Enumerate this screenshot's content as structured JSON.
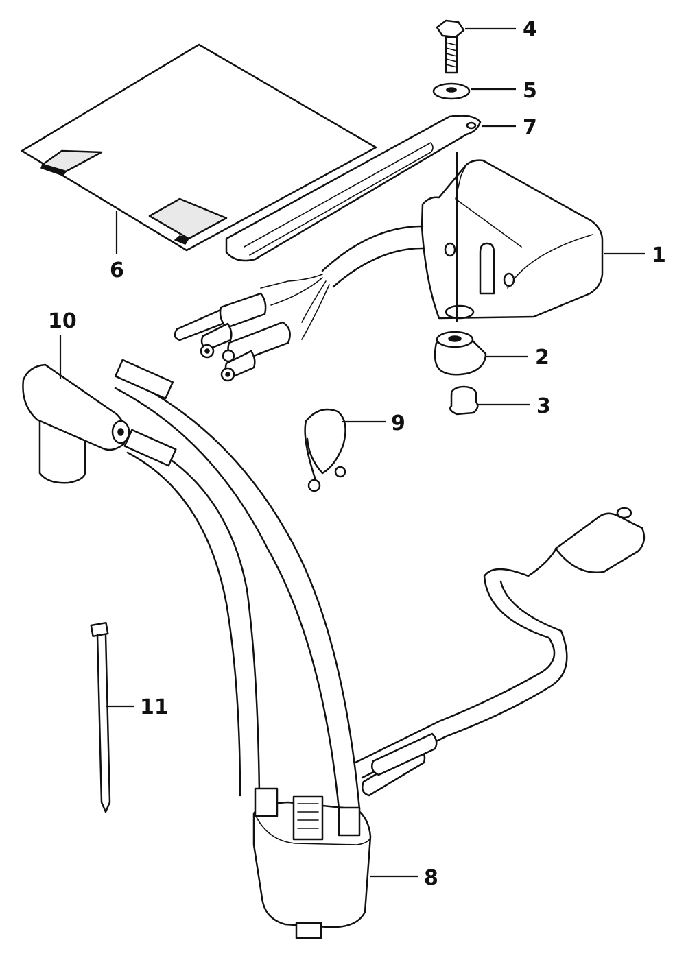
{
  "diagram": {
    "callouts": [
      {
        "id": "1",
        "label": "1",
        "part": "cdi-box"
      },
      {
        "id": "2",
        "label": "2",
        "part": "grommet"
      },
      {
        "id": "3",
        "label": "3",
        "part": "bushing"
      },
      {
        "id": "4",
        "label": "4",
        "part": "bolt"
      },
      {
        "id": "5",
        "label": "5",
        "part": "washer"
      },
      {
        "id": "6",
        "label": "6",
        "part": "decal-sheet"
      },
      {
        "id": "7",
        "label": "7",
        "part": "mounting-strap"
      },
      {
        "id": "8",
        "label": "8",
        "part": "ignition-coil"
      },
      {
        "id": "9",
        "label": "9",
        "part": "wire-clip"
      },
      {
        "id": "10",
        "label": "10",
        "part": "spark-plug-cap"
      },
      {
        "id": "11",
        "label": "11",
        "part": "cable-tie"
      }
    ]
  }
}
